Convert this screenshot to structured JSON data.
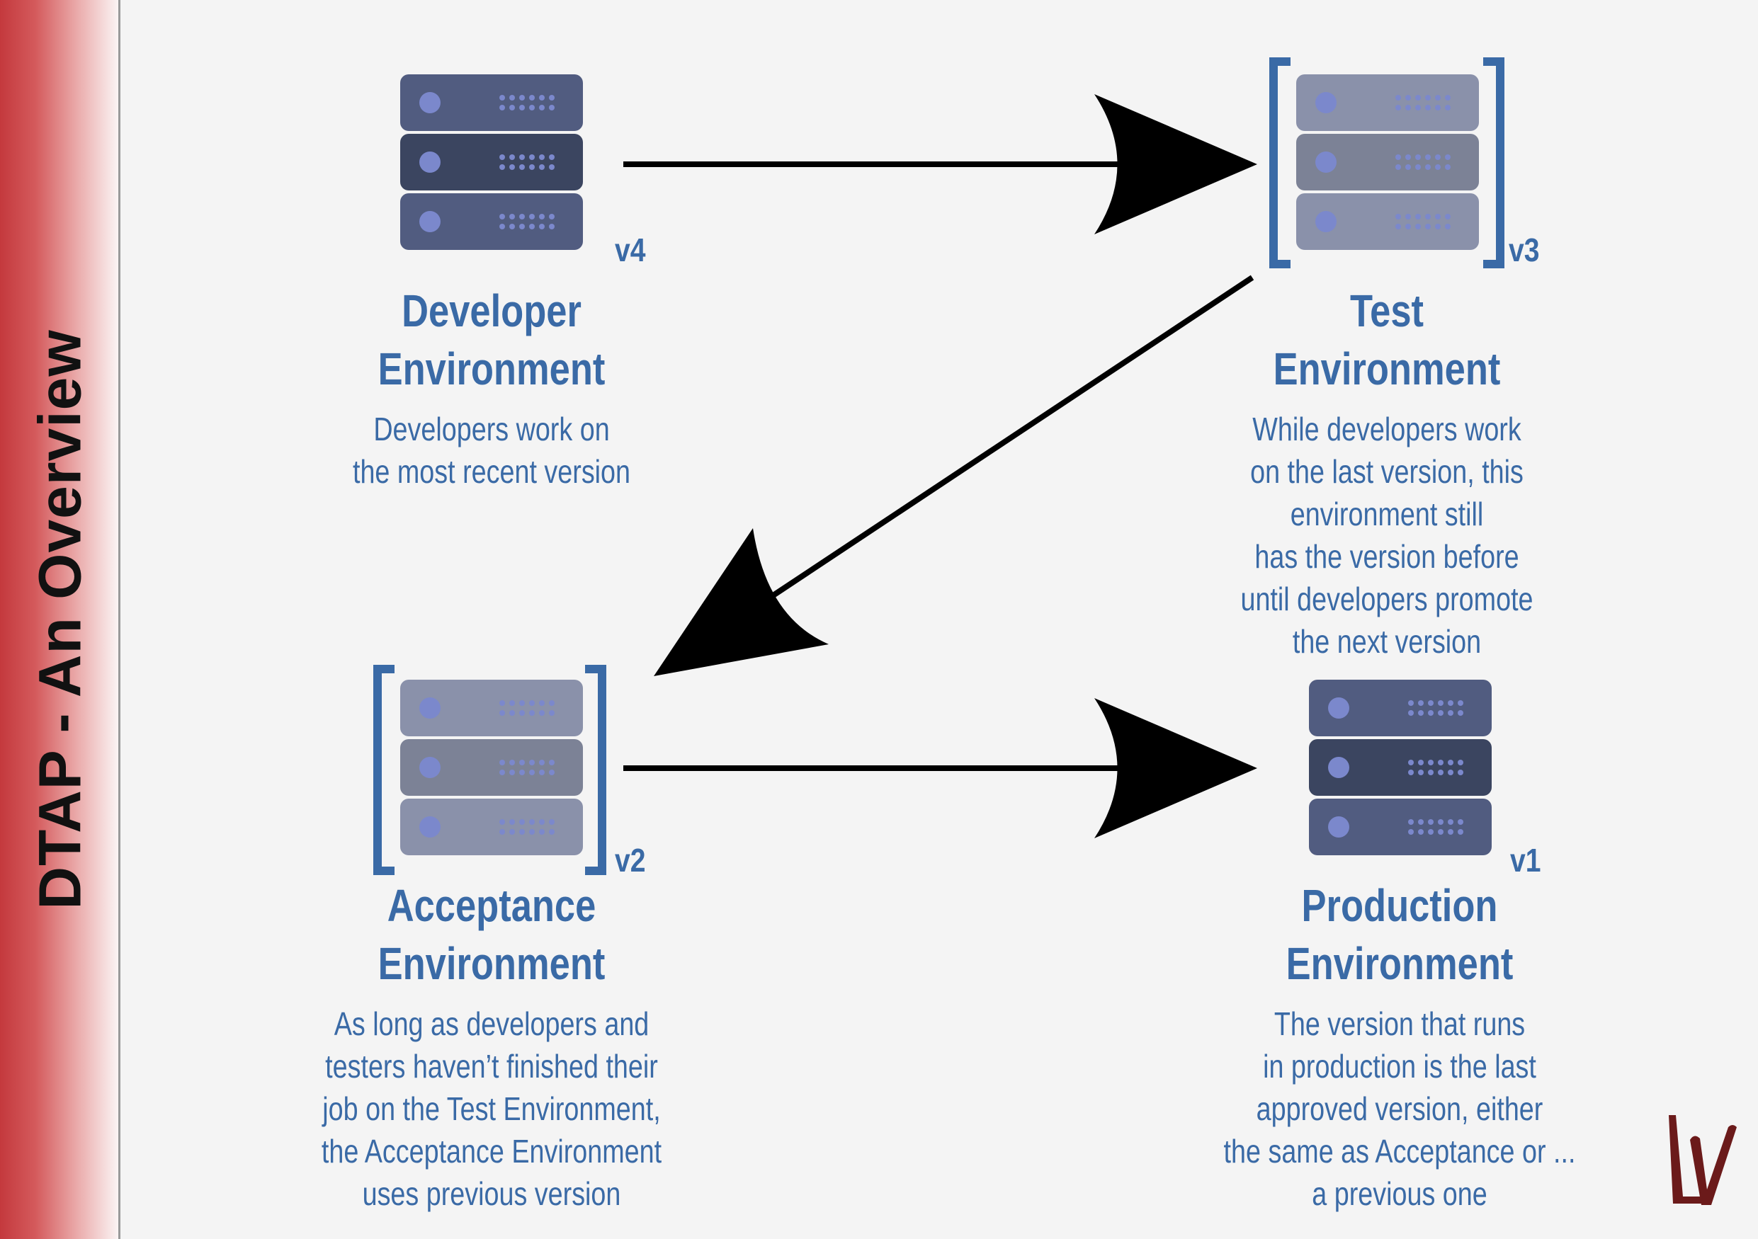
{
  "sidebar": {
    "title": "DTAP - An Overview"
  },
  "environments": {
    "developer": {
      "title_line1": "Developer",
      "title_line2": "Environment",
      "version": "v4",
      "description": [
        "Developers work on",
        "the most recent version"
      ]
    },
    "test": {
      "title_line1": "Test",
      "title_line2": "Environment",
      "version": "v3",
      "description": [
        "While developers work",
        "on the last version, this",
        "environment still",
        "has the version before",
        "until developers promote",
        "the next version"
      ]
    },
    "acceptance": {
      "title_line1": "Acceptance",
      "title_line2": "Environment",
      "version": "v2",
      "description": [
        "As long as developers and",
        "testers haven’t finished their",
        "job on the Test Environment,",
        "the Acceptance Environment",
        "uses previous version"
      ]
    },
    "production": {
      "title_line1": "Production",
      "title_line2": "Environment",
      "version": "v1",
      "description": [
        "The version that runs",
        "in production is the last",
        "approved version, either",
        "the same as Acceptance or ...",
        "a previous one"
      ]
    }
  },
  "colors": {
    "accent_blue": "#3a6aa6",
    "server_dark": "#515c80",
    "server_darker": "#3b4560",
    "server_faded": "#8a91aa",
    "server_faded_mid": "#7c8296",
    "led": "#7b88cc",
    "sidebar_red": "#c4393d"
  }
}
